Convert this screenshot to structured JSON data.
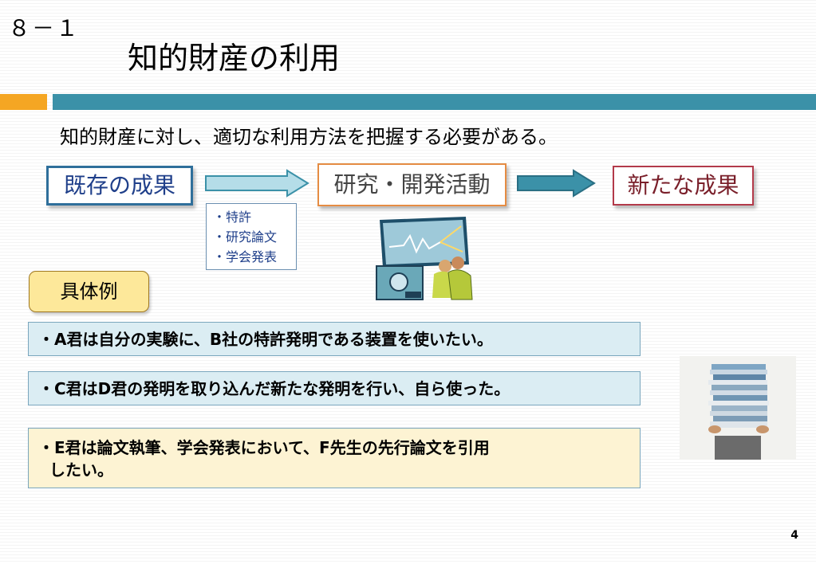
{
  "slide": {
    "number": "８－１",
    "title": "知的財産の利用",
    "intro": "知的財産に対し、適切な利用方法を把握する必要がある。",
    "page_number": "4"
  },
  "flow": {
    "existing": "既存の成果",
    "rnd": "研究・開発活動",
    "new": "新たな成果",
    "sublist": [
      "・特許",
      "・研究論文",
      "・学会発表"
    ]
  },
  "examples": {
    "label": "具体例",
    "items": [
      {
        "line1": "・A君は自分の実験に、B社の特許発明である装置を使いたい。"
      },
      {
        "line1": "・C君はD君の発明を取り込んだ新たな発明を行い、自ら使った。"
      },
      {
        "line1": "・E君は論文執筆、学会発表において、F先生の先行論文を引用",
        "line2": "したい。"
      }
    ]
  },
  "colors": {
    "accent_orange": "#f5a623",
    "accent_teal": "#3b91a8",
    "existing_border": "#2f6f9b",
    "rnd_border": "#e58c43",
    "new_border": "#b33a4a"
  },
  "images": {
    "research": "researchers-with-equipment-clipart",
    "books": "stack-of-books-photo"
  }
}
